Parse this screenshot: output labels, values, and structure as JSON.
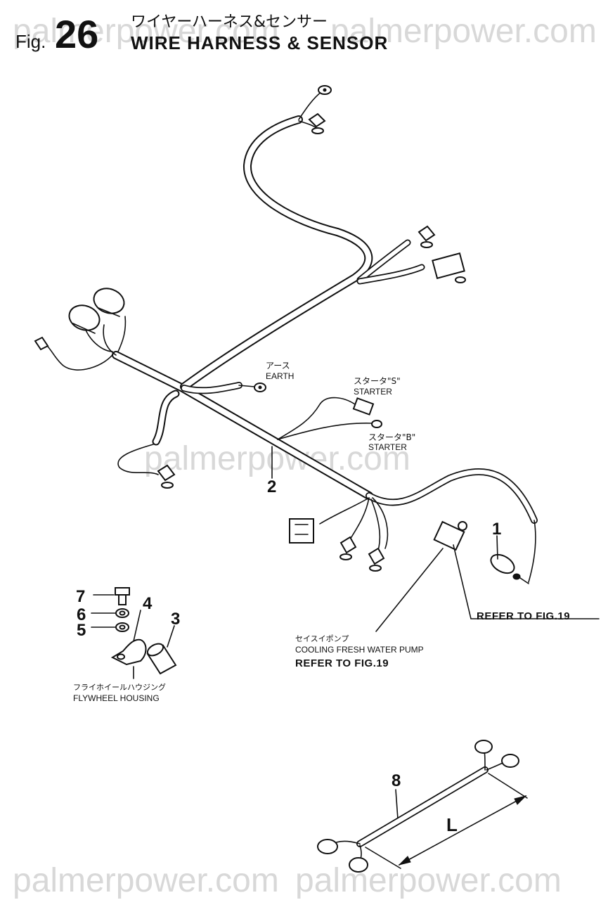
{
  "header": {
    "fig_prefix": "Fig.",
    "fig_number": "26",
    "title_jp": "ワイヤーハーネス&センサー",
    "title_en": "WIRE HARNESS & SENSOR"
  },
  "watermark": {
    "text": "palmerpower.com"
  },
  "labels": {
    "earth_jp": "アース",
    "earth_en": "EARTH",
    "starter_s_jp": "スタータ\"S\"",
    "starter_s_en": "STARTER",
    "starter_b_jp": "スタータ\"B\"",
    "starter_b_en": "STARTER",
    "refer_fig19_a": "REFER TO FIG.19",
    "pump_jp": "セイスイポンプ",
    "pump_en": "COOLING FRESH WATER PUMP",
    "refer_fig19_b": "REFER TO FIG.19",
    "flywheel_jp": "フライホイールハウジング",
    "flywheel_en": "FLYWHEEL HOUSING",
    "dimension_L": "L"
  },
  "part_numbers": [
    "1",
    "2",
    "3",
    "4",
    "5",
    "6",
    "7",
    "8"
  ]
}
